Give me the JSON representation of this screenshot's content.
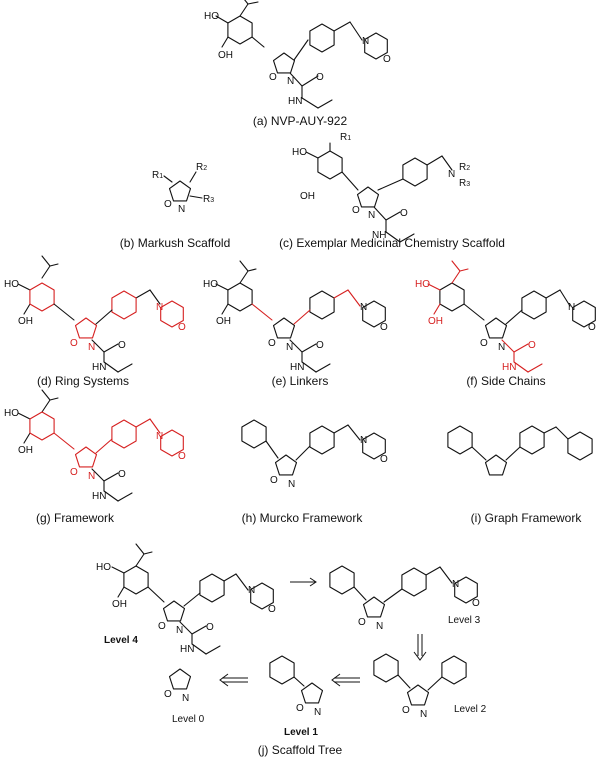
{
  "captions": {
    "a": "(a) NVP-AUY-922",
    "b": "(b) Markush Scaffold",
    "c": "(c) Exemplar Medicinal Chemistry Scaffold",
    "d": "(d) Ring Systems",
    "e": "(e) Linkers",
    "f": "(f) Side Chains",
    "g": "(g) Framework",
    "h": "(h) Murcko Framework",
    "i": "(i) Graph Framework",
    "j": "(j) Scaffold Tree"
  },
  "levels": {
    "l4": "Level 4",
    "l3": "Level 3",
    "l2": "Level 2",
    "l1": "Level 1",
    "l0": "Level 0"
  },
  "atoms": {
    "ho": "HO",
    "oh": "OH",
    "o": "O",
    "n": "N",
    "nh": "HN",
    "nh2": "NH",
    "r": "R",
    "r1": "1",
    "r2": "2",
    "r3": "3"
  },
  "colors": {
    "highlight": "#d62020",
    "ink": "#111111"
  }
}
